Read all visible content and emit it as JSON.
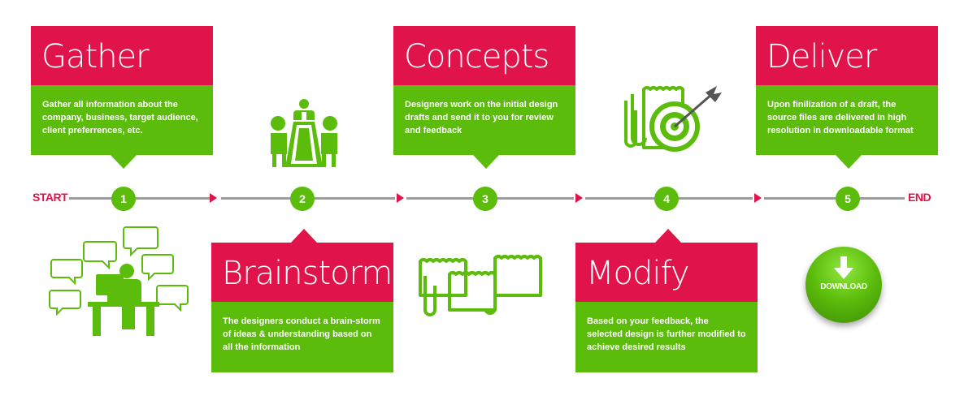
{
  "timeline": {
    "start_label": "START",
    "end_label": "END"
  },
  "steps": [
    {
      "number": "1",
      "title": "Gather",
      "description": "Gather all information about the company, business, target audience, client preferrences, etc."
    },
    {
      "number": "2",
      "title": "Brainstorm",
      "description": "The designers conduct a brain-storm of ideas & understanding based on all the information"
    },
    {
      "number": "3",
      "title": "Concepts",
      "description": "Designers work on the initial design drafts and send it to you for review and feedback"
    },
    {
      "number": "4",
      "title": "Modify",
      "description": "Based on your feedback, the selected design is further modified to achieve desired results"
    },
    {
      "number": "5",
      "title": "Deliver",
      "description": "Upon finilization of a draft, the source files are delivered in high resolution in downloadable format"
    }
  ],
  "download_button": {
    "label": "DOWNLOAD"
  },
  "icons": {
    "step1": "person-at-desk-with-speech-bubbles-icon",
    "step2": "meeting-table-icon",
    "step3": "design-drafts-icon",
    "step4": "drafts-with-target-icon",
    "step5": "download-icon"
  },
  "colors": {
    "red": "#e0134a",
    "green": "#5cbc0b",
    "line": "#9c9c9c"
  }
}
